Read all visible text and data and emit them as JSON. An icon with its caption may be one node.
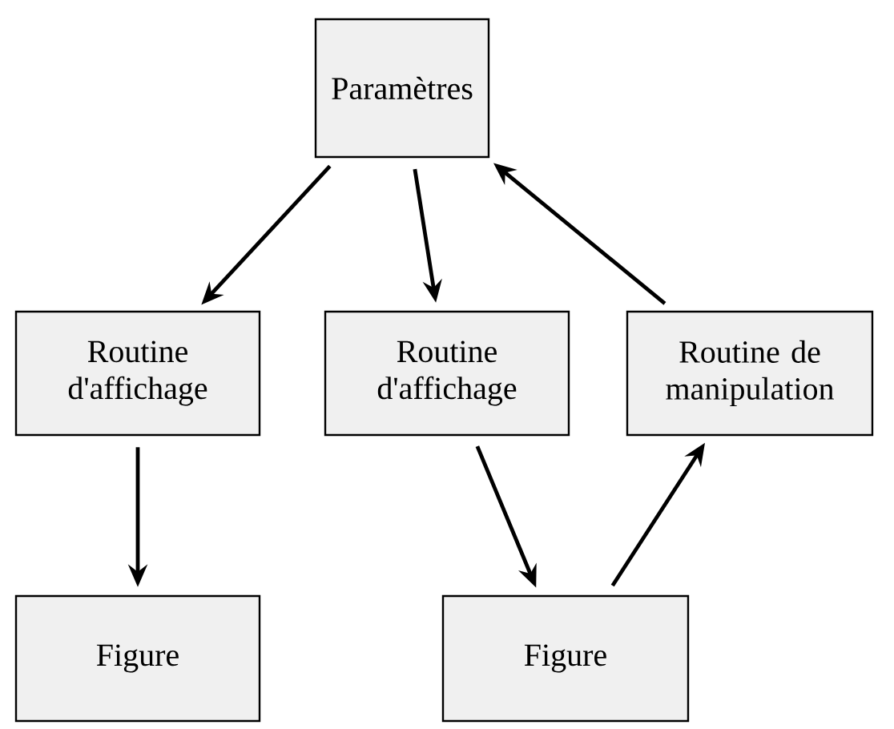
{
  "diagram": {
    "nodes": [
      {
        "text": [
          "Paramètres"
        ]
      },
      {
        "text": [
          "Routine d'affichage"
        ]
      },
      {
        "text": [
          "Routine d'affichage"
        ]
      },
      {
        "text": [
          "Routine de manipulation"
        ]
      },
      {
        "text": [
          "Figure"
        ]
      },
      {
        "text": [
          "Figure"
        ]
      }
    ],
    "edges": [
      {
        "from": 0,
        "to": 1,
        "arrow": "to"
      },
      {
        "from": 0,
        "to": 2,
        "arrow": "to"
      },
      {
        "from": 3,
        "to": 0,
        "arrow": "to"
      },
      {
        "from": 1,
        "to": 4,
        "arrow": "to"
      },
      {
        "from": 2,
        "to": 5,
        "arrow": "to"
      },
      {
        "from": 5,
        "to": 3,
        "arrow": "to"
      }
    ]
  }
}
